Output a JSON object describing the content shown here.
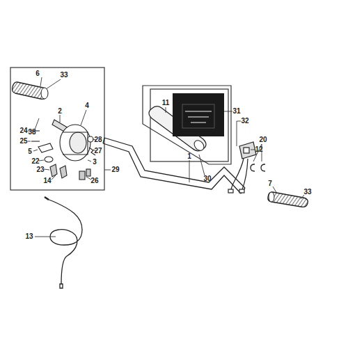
{
  "diagram": {
    "labels": [
      "6",
      "33",
      "38",
      "2",
      "4",
      "28",
      "27",
      "29",
      "24",
      "25",
      "5",
      "22",
      "23",
      "3",
      "14",
      "26",
      "11",
      "31",
      "32",
      "12",
      "30",
      "1",
      "20",
      "7",
      "33",
      "13"
    ]
  }
}
